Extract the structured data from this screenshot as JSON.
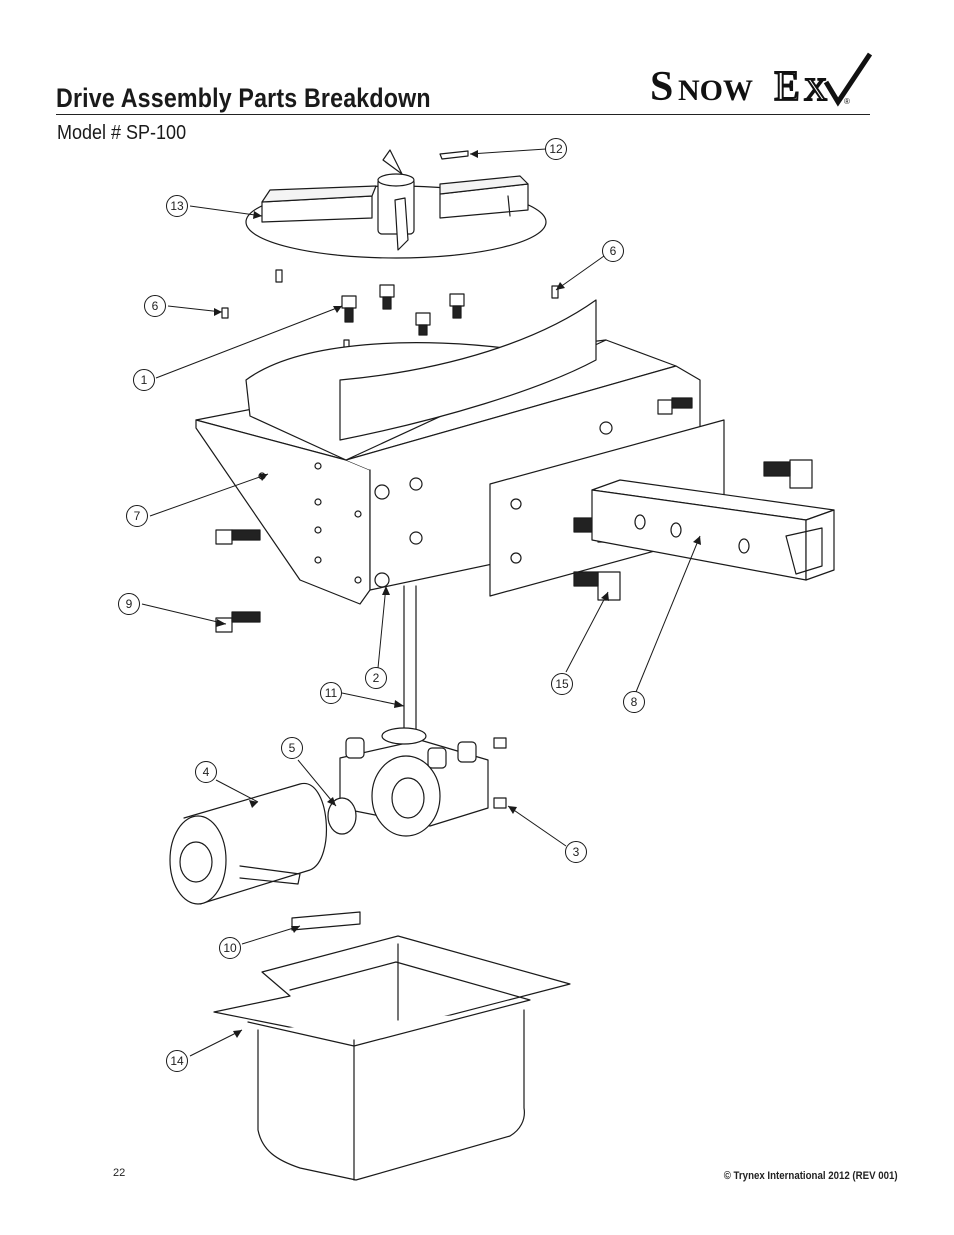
{
  "header": {
    "title": "Drive Assembly Parts Breakdown",
    "subtitle": "Model # SP-100",
    "logo_text": "SnowEx",
    "logo_mark": "®"
  },
  "callouts": [
    "12",
    "13",
    "6",
    "6",
    "1",
    "7",
    "9",
    "2",
    "11",
    "15",
    "8",
    "5",
    "4",
    "3",
    "10",
    "14"
  ],
  "footer": {
    "page_number": "22",
    "copyright": "© Trynex International 2012  (REV 001)"
  }
}
